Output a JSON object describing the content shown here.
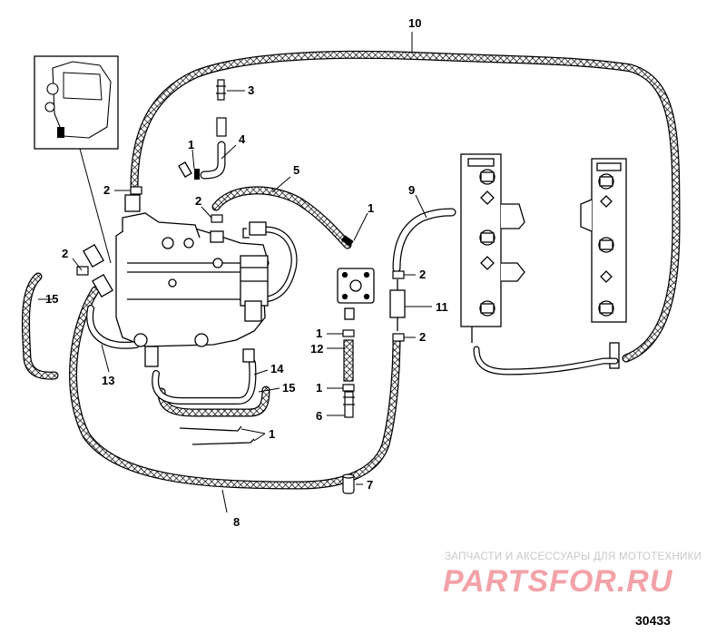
{
  "diagram": {
    "callouts": [
      {
        "id": "c10",
        "text": "10"
      },
      {
        "id": "c3",
        "text": "3"
      },
      {
        "id": "c1a",
        "text": "1"
      },
      {
        "id": "c4",
        "text": "4"
      },
      {
        "id": "c2a",
        "text": "2"
      },
      {
        "id": "c5",
        "text": "5"
      },
      {
        "id": "c2b",
        "text": "2"
      },
      {
        "id": "c1b",
        "text": "1"
      },
      {
        "id": "c9",
        "text": "9"
      },
      {
        "id": "c2c",
        "text": "2"
      },
      {
        "id": "c15a",
        "text": "15"
      },
      {
        "id": "c2d",
        "text": "2"
      },
      {
        "id": "c11",
        "text": "11"
      },
      {
        "id": "c1c",
        "text": "1"
      },
      {
        "id": "c2e",
        "text": "2"
      },
      {
        "id": "c12",
        "text": "12"
      },
      {
        "id": "c13",
        "text": "13"
      },
      {
        "id": "c14",
        "text": "14"
      },
      {
        "id": "c1d",
        "text": "1"
      },
      {
        "id": "c15b",
        "text": "15"
      },
      {
        "id": "c6",
        "text": "6"
      },
      {
        "id": "c1e",
        "text": "1"
      },
      {
        "id": "c7",
        "text": "7"
      },
      {
        "id": "c8",
        "text": "8"
      }
    ],
    "figure_number": "30433"
  },
  "watermark": {
    "caption": "ЗАПЧАСТИ И АКСЕССУАРЫ ДЛЯ МОТОТЕХНИКИ",
    "logo_text": "PARTSFOR.RU"
  },
  "colors": {
    "line": "#000000",
    "watermark_logo": "#f2a2a8",
    "watermark_caption": "#c8c8c8"
  }
}
